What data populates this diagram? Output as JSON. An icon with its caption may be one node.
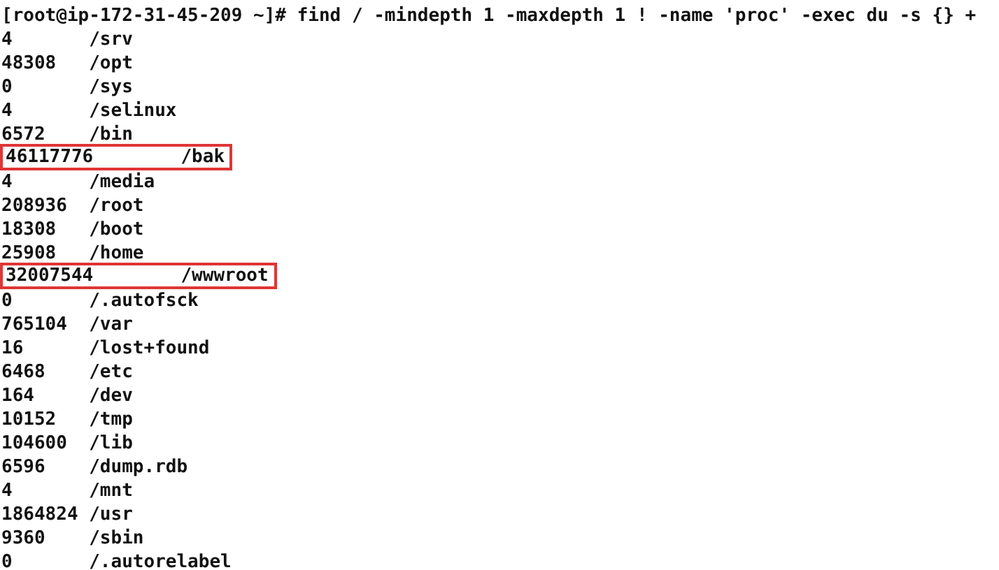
{
  "diagram": {
    "nodes": [
      {
        "text": [
          "46117776",
          "/bak"
        ]
      },
      {
        "text": [
          "32007544",
          "/wwwroot"
        ]
      }
    ],
    "labels": [
      "[root@ip-172-31-45-209 ~]# find / -mindepth 1 -maxdepth 1 ! -name 'proc' -exec du -s {} +",
      "4",
      "/srv",
      "48308",
      "/opt",
      "0",
      "/sys",
      "4",
      "/selinux",
      "6572",
      "/bin",
      "4",
      "/media",
      "208936",
      "/root",
      "18308",
      "/boot",
      "25908",
      "/home",
      "0",
      "/.autofsck",
      "765104",
      "/var",
      "16",
      "/lost+found",
      "6468",
      "/etc",
      "164",
      "/dev",
      "10152",
      "/tmp",
      "104600",
      "/lib",
      "6596",
      "/dump.rdb",
      "4",
      "/mnt",
      "1864824",
      "/usr",
      "9360",
      "/sbin",
      "0",
      "/.autorelabel"
    ]
  }
}
